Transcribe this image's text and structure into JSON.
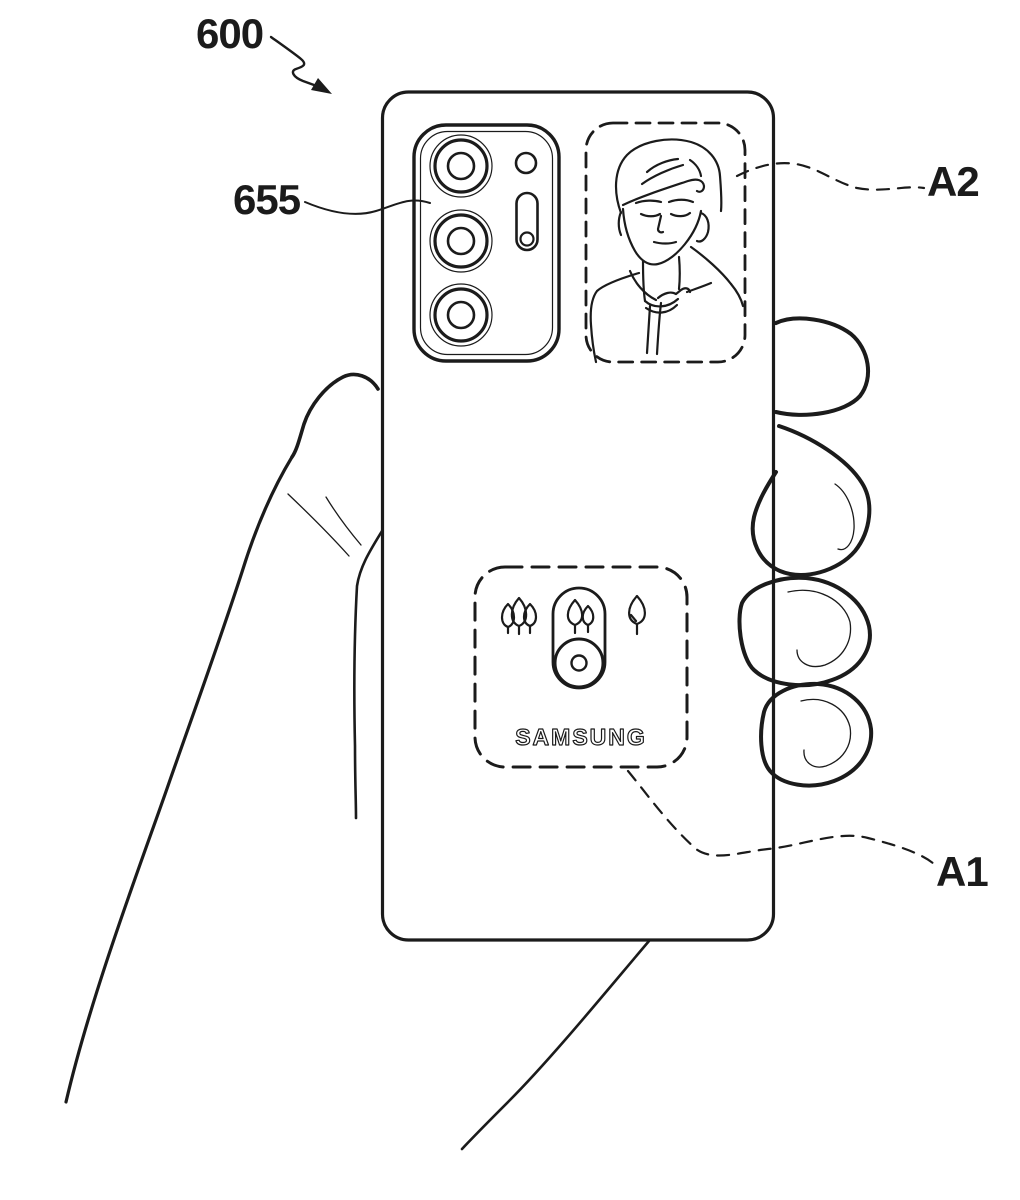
{
  "figure_labels": {
    "device": "600",
    "camera_module": "655",
    "area_a2": "A2",
    "area_a1": "A1"
  },
  "brand": "SAMSUNG",
  "colors": {
    "ink": "#1b1b1b",
    "paper": "#ffffff"
  }
}
